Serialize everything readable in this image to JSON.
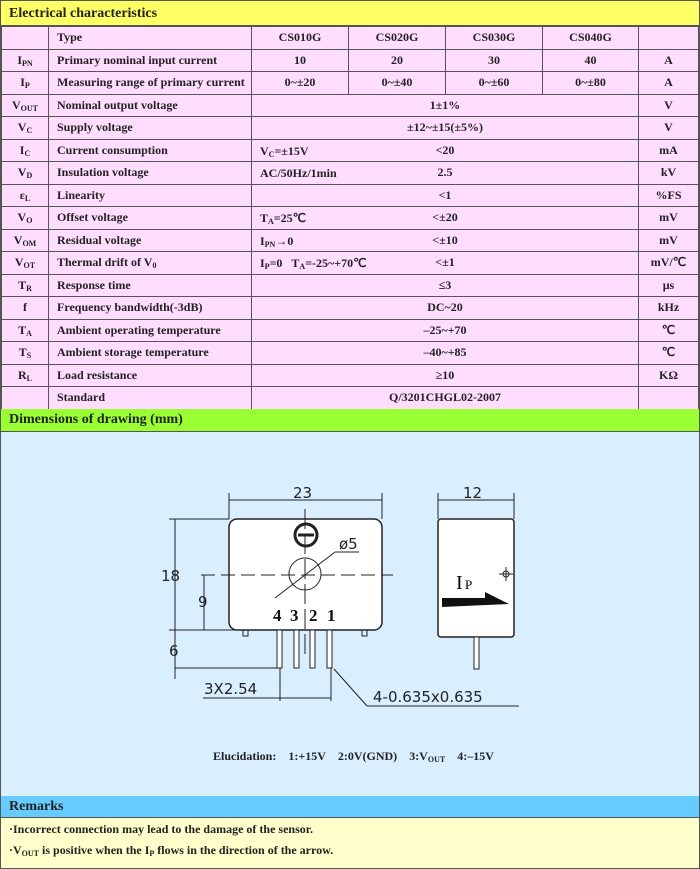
{
  "electrical": {
    "title": "Electrical characteristics",
    "type_label": "Type",
    "models": [
      "CS010G",
      "CS020G",
      "CS030G",
      "CS040G"
    ],
    "rows": [
      {
        "sym": "I",
        "sub": "PN",
        "param": "Primary nominal input current",
        "values": [
          "10",
          "20",
          "30",
          "40"
        ],
        "unit": "A"
      },
      {
        "sym": "I",
        "sub": "P",
        "param": "Measuring range of primary current",
        "values": [
          "0~±20",
          "0~±40",
          "0~±60",
          "0~±80"
        ],
        "unit": "A"
      },
      {
        "sym": "V",
        "sub": "OUT",
        "param": "Nominal output voltage",
        "value": "1±1%",
        "unit": "V"
      },
      {
        "sym": "V",
        "sub": "C",
        "param": "Supply voltage",
        "value": "±12~±15(±5%)",
        "unit": "V"
      },
      {
        "sym": "I",
        "sub": "C",
        "param": "Current consumption",
        "cond": "V<sub>C</sub>=±15V",
        "value": "<20",
        "unit": "mA"
      },
      {
        "sym": "V",
        "sub": "D",
        "param": "Insulation voltage",
        "cond": "AC/50Hz/1min",
        "value": "2.5",
        "unit": "kV"
      },
      {
        "sym": "ε",
        "sub": "L",
        "param": "Linearity",
        "value": "<1",
        "unit": "%FS"
      },
      {
        "sym": "V",
        "sub": "O",
        "param": "Offset voltage",
        "cond": "T<sub>A</sub>=25℃",
        "value": "<±20",
        "unit": "mV"
      },
      {
        "sym": "V",
        "sub": "OM",
        "param": "Residual voltage",
        "cond": "I<sub>PN</sub>→0",
        "value": "<±10",
        "unit": "mV"
      },
      {
        "sym": "V",
        "sub": "OT",
        "param": "Thermal drift of V<sub>0</sub>",
        "cond": "I<sub>P</sub>=0&nbsp;&nbsp;&nbsp;T<sub>A</sub>=-25~+70℃",
        "value": "<±1",
        "unit": "mV/℃"
      },
      {
        "sym": "T",
        "sub": "R",
        "param": "Response time",
        "value": "≤3",
        "unit": "μs"
      },
      {
        "sym": "f",
        "sub": "",
        "param": "Frequency bandwidth(-3dB)",
        "value": "DC~20",
        "unit": "kHz"
      },
      {
        "sym": "T",
        "sub": "A",
        "param": "Ambient operating temperature",
        "value": "–25~+70",
        "unit": "℃"
      },
      {
        "sym": "T",
        "sub": "S",
        "param": "Ambient storage temperature",
        "value": "–40~+85",
        "unit": "℃"
      },
      {
        "sym": "R",
        "sub": "L",
        "param": "Load resistance",
        "value": "≥10",
        "unit": "KΩ"
      },
      {
        "sym": "",
        "sub": "",
        "param": "Standard",
        "value": "Q/3201CHGL02-2007",
        "unit": ""
      }
    ]
  },
  "dimensions": {
    "title": "Dimensions of drawing (mm)",
    "width": "23",
    "height": "18",
    "half_height": "9",
    "pin_length": "6",
    "hole": "ø5",
    "depth": "12",
    "pitch": "3X2.54",
    "pin_size": "4-0.635x0.635",
    "pins": [
      "4",
      "3",
      "2",
      "1"
    ],
    "arrow_label": "I",
    "arrow_sub": "P",
    "elucidation": {
      "label": "Elucidation:",
      "items": [
        "1:+15V",
        "2:0V(GND)",
        "3:V<sub>OUT</sub>",
        "4:–15V"
      ]
    }
  },
  "remarks": {
    "title": "Remarks",
    "items": [
      "·Incorrect connection may lead to the damage of the sensor.",
      "·V<sub>OUT</sub> is positive when the I<sub>P</sub> flows in the direction of the arrow."
    ]
  },
  "colors": {
    "electrical_header": "#ffff66",
    "table_bg": "#ffddff",
    "dimensions_header": "#99ff33",
    "drawing_bg": "#d9efff",
    "remarks_header": "#66ccff",
    "remarks_bg": "#ffffcc"
  }
}
